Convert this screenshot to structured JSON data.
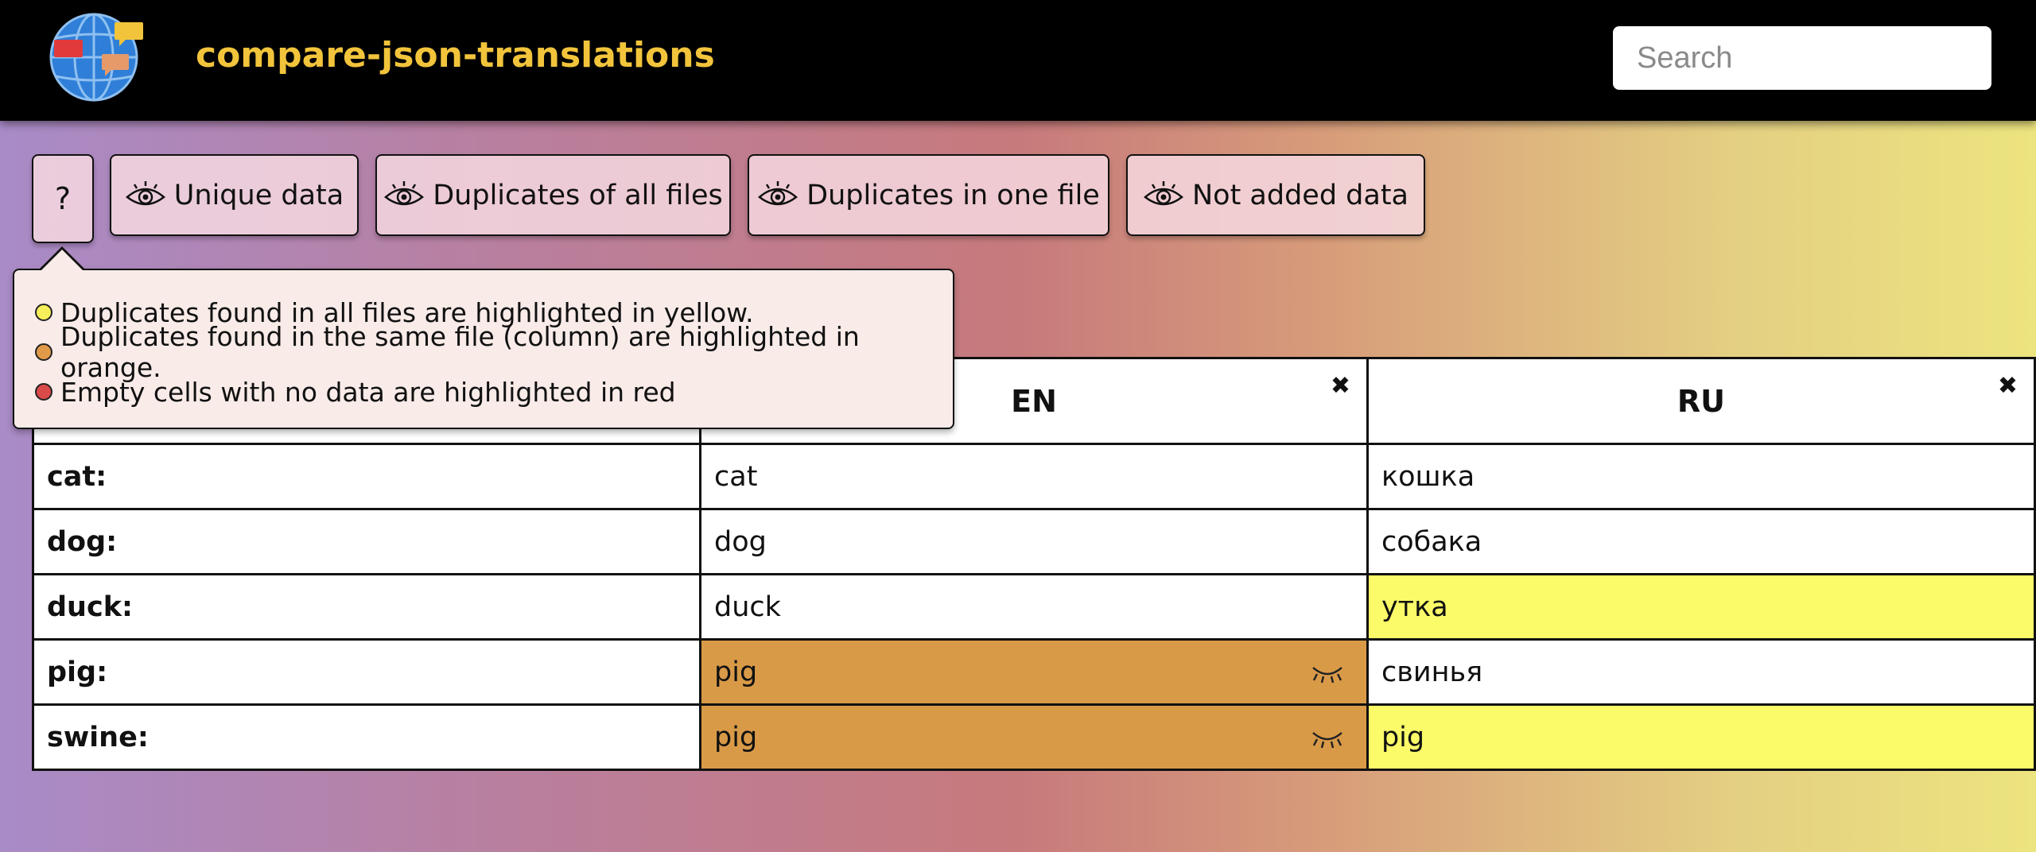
{
  "header": {
    "app_title": "compare-json-translations",
    "search_placeholder": "Search"
  },
  "toolbar": {
    "help_label": "?",
    "buttons": [
      {
        "label": "Unique data",
        "icon": "eye-icon"
      },
      {
        "label": "Duplicates of all files",
        "icon": "eye-icon"
      },
      {
        "label": "Duplicates in one file",
        "icon": "eye-icon"
      },
      {
        "label": "Not added data",
        "icon": "eye-icon"
      }
    ]
  },
  "tooltip": {
    "lines": [
      {
        "text": "Duplicates found in all files are highlighted in yellow.",
        "color": "#f7ef5a"
      },
      {
        "text": "Duplicates found in the same file (column) are highlighted in orange.",
        "color": "#e09a49"
      },
      {
        "text": "Empty cells with no data are highlighted in red",
        "color": "#d94a4a"
      }
    ]
  },
  "colors": {
    "yellow_highlight": "#fbfb6a",
    "orange_highlight": "#d99a48",
    "title": "#f2c43b"
  },
  "table": {
    "columns": [
      "",
      "EN",
      "RU"
    ],
    "close_glyph": "✖",
    "rows": [
      {
        "key": "cat:",
        "en": "cat",
        "ru": "кошка",
        "en_hl": "",
        "ru_hl": ""
      },
      {
        "key": "dog:",
        "en": "dog",
        "ru": "собака",
        "en_hl": "",
        "ru_hl": ""
      },
      {
        "key": "duck:",
        "en": "duck",
        "ru": "утка",
        "en_hl": "",
        "ru_hl": "yellow"
      },
      {
        "key": "pig:",
        "en": "pig",
        "ru": "свинья",
        "en_hl": "orange",
        "ru_hl": ""
      },
      {
        "key": "swine:",
        "en": "pig",
        "ru": "pig",
        "en_hl": "orange",
        "ru_hl": "yellow"
      }
    ]
  }
}
